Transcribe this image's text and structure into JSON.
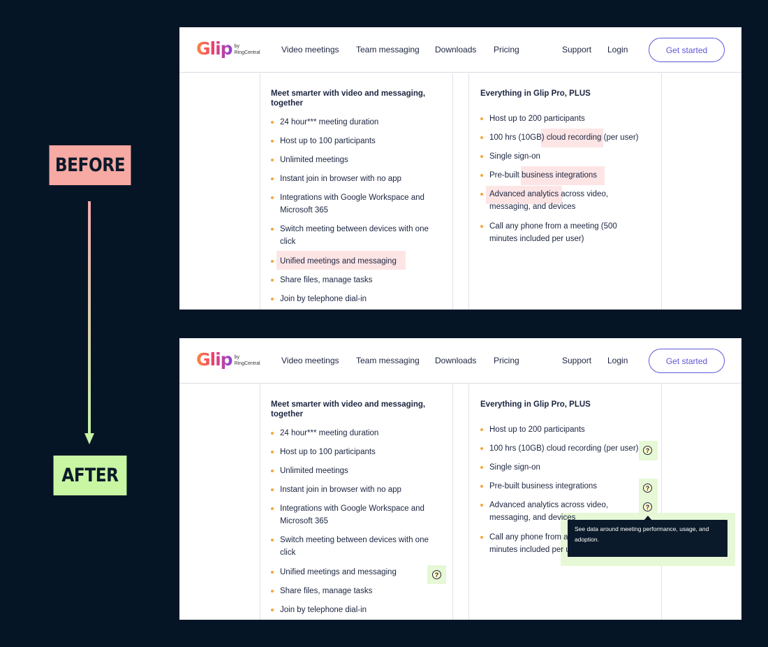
{
  "labels": {
    "before": "BEFORE",
    "after": "AFTER"
  },
  "logo": {
    "brand": "Glip",
    "by": "by",
    "company": "RingCentral"
  },
  "nav": {
    "video_meetings": "Video meetings",
    "team_messaging": "Team messaging",
    "downloads": "Downloads",
    "pricing": "Pricing",
    "support": "Support",
    "login": "Login",
    "cta": "Get started"
  },
  "left_column": {
    "heading": "Meet smarter with video and messaging, together",
    "features": [
      "24 hour*** meeting duration",
      "Host up to 100 participants",
      "Unlimited meetings",
      "Instant join in browser with no app",
      "Integrations with Google Workspace and Microsoft 365",
      "Switch meeting between devices with one click",
      "Unified meetings and messaging",
      "Share files, manage tasks",
      "Join by telephone dial-in"
    ]
  },
  "right_column": {
    "heading": "Everything in Glip Pro, PLUS",
    "features": [
      "Host up to 200 participants",
      "100 hrs (10GB) cloud recording (per user)",
      "Single sign-on",
      "Pre-built business integrations",
      "Advanced analytics across video, messaging, and devices",
      "Call any phone from a meeting (500 minutes included per user)"
    ]
  },
  "help_icon": "?",
  "tooltip": "See data around meeting performance, usage, and adoption.",
  "colors": {
    "background": "#061526",
    "accent": "#5e57d8",
    "bullet": "#f4a63b",
    "before_label": "#f7a9a3",
    "after_label": "#c9f6a3"
  }
}
